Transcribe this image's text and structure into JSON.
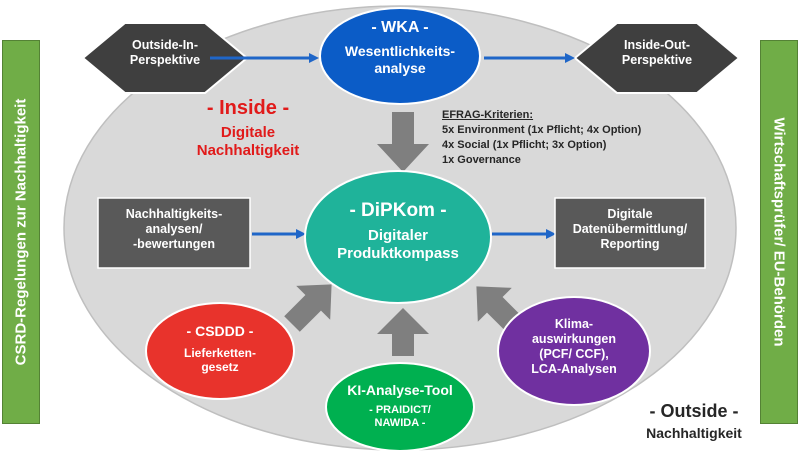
{
  "left_sidebar": "CSRD-Regelungen zur Nachhaltigkeit",
  "right_sidebar": "Wirtschaftsprüfer/ EU-Behörden",
  "outside_in": [
    "Outside-In-",
    "Perspektive"
  ],
  "inside_out": [
    "Inside-Out-",
    "Perspektive"
  ],
  "wka": {
    "title": "- WKA -",
    "line1": "Wesentlichkeits-",
    "line2": "analyse"
  },
  "inside": {
    "title": "- Inside -",
    "line1": "Digitale",
    "line2": "Nachhaltigkeit"
  },
  "efrag": {
    "title": "EFRAG-Kriterien:",
    "lines": [
      "5x Environment (1x Pflicht; 4x Option)",
      "4x Social (1x Pflicht; 3x Option)",
      "1x Governance"
    ]
  },
  "nachhaltigkeit_box": [
    "Nachhaltigkeits-",
    "analysen/",
    "-bewertungen"
  ],
  "digitale_box": [
    "Digitale",
    "Datenübermittlung/",
    "Reporting"
  ],
  "dipkom": {
    "title": "- DiPKom -",
    "line1": "Digitaler",
    "line2": "Produktkompass"
  },
  "csddd": {
    "title": "- CSDDD -",
    "line1": "Lieferketten-",
    "line2": "gesetz"
  },
  "klima": [
    "Klima-",
    "auswirkungen",
    "(PCF/ CCF),",
    "LCA-Analysen"
  ],
  "ki": {
    "title": "KI-Analyse-Tool",
    "line1": "- PRAIDICT/",
    "line2": "NAWIDA -"
  },
  "outside": {
    "title": "- Outside -",
    "subtitle": "Nachhaltigkeit"
  },
  "colors": {
    "ellipse": "#d9d9d9",
    "wka": "#0b5cc7",
    "dipkom": "#1fb39a",
    "csddd": "#e8332c",
    "klima": "#7030a0",
    "ki": "#00b050",
    "dark_box": "#595959",
    "sidebar": "#70ad47",
    "inside_red": "#e11a1a",
    "arrow_blue": "#1f66c8"
  }
}
